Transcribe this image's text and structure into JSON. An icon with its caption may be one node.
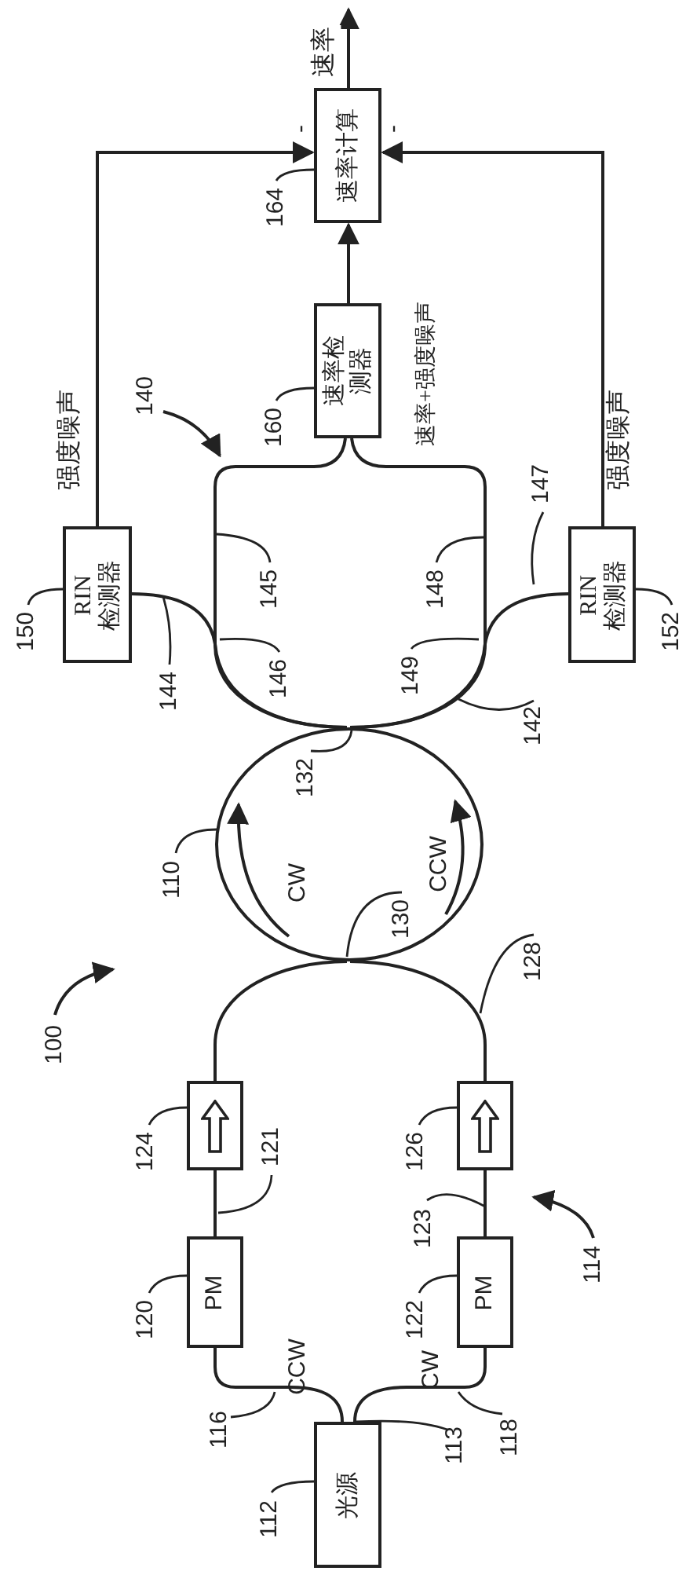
{
  "diagram": {
    "nodes": [
      {
        "text": [
          "速率计算"
        ]
      },
      {
        "text": [
          "速率检测器"
        ],
        "beside": [
          "速率+强度噪声"
        ]
      },
      {
        "text": [
          "RIN 检测器"
        ]
      },
      {
        "text": [
          "RIN 检测器"
        ]
      },
      {
        "text": [
          "CW",
          "CCW"
        ]
      },
      {
        "text": [
          "光源"
        ]
      },
      {
        "text": [
          "PM"
        ]
      },
      {
        "text": [
          "PM"
        ]
      },
      {
        "text": [],
        "shape": "box"
      },
      {
        "text": [],
        "shape": "box"
      },
      {
        "text": [
          "147"
        ]
      },
      {
        "text": [
          "145"
        ]
      },
      {
        "text": [
          "148"
        ]
      },
      {
        "text": [
          "144"
        ]
      },
      {
        "text": [
          "146"
        ]
      },
      {
        "text": [
          "149"
        ]
      },
      {
        "text": [
          "142"
        ]
      },
      {
        "text": [
          "132"
        ],
        "in": 4
      },
      {
        "text": [
          "130"
        ],
        "in": 4
      },
      {
        "text": [
          "128"
        ]
      },
      {
        "text": [
          "121"
        ]
      },
      {
        "text": [
          "123"
        ]
      },
      {
        "text": [
          "116"
        ]
      },
      {
        "text": [
          "113"
        ]
      },
      {
        "text": [
          "118"
        ]
      },
      {
        "text": [
          "164"
        ]
      },
      {
        "text": [
          "160"
        ]
      },
      {
        "text": [
          "150"
        ]
      },
      {
        "text": [
          "152"
        ]
      },
      {
        "text": [
          "110"
        ]
      },
      {
        "text": [
          "112"
        ]
      },
      {
        "text": [
          "120"
        ]
      },
      {
        "text": [
          "122"
        ]
      },
      {
        "text": [
          "124"
        ]
      },
      {
        "text": [
          "126"
        ]
      }
    ],
    "edges": [
      {
        "from": 5,
        "to": 6,
        "arrow": "none"
      },
      {
        "from": 6,
        "to": 8,
        "arrow": "none"
      },
      {
        "from": 8,
        "to": 4,
        "arrow": "none"
      },
      {
        "from": 5,
        "to": 7,
        "arrow": "none"
      },
      {
        "from": 7,
        "to": 9,
        "arrow": "none"
      },
      {
        "from": 9,
        "to": 4,
        "arrow": "none"
      },
      {
        "from": 4,
        "to": 2,
        "arrow": "none"
      },
      {
        "from": 4,
        "to": 3,
        "arrow": "none"
      },
      {
        "from": 4,
        "to": 1,
        "arrow": "none"
      },
      {
        "from": 4,
        "to": 1,
        "arrow": "none"
      },
      {
        "from": 1,
        "to": 0,
        "arrow": "to"
      },
      {
        "from": 2,
        "to": 0,
        "arrow": "to",
        "label": "强度噪声"
      },
      {
        "from": 3,
        "to": 0,
        "arrow": "to",
        "label": "强度噪声"
      },
      {
        "from": 0,
        "to": null,
        "arrow": "to",
        "label": "速率"
      },
      {
        "from": 10,
        "to": null,
        "arrow": "none"
      },
      {
        "from": 11,
        "to": null,
        "arrow": "none"
      },
      {
        "from": 12,
        "to": null,
        "arrow": "none"
      },
      {
        "from": 13,
        "to": null,
        "arrow": "none"
      },
      {
        "from": 14,
        "to": null,
        "arrow": "none"
      },
      {
        "from": 15,
        "to": null,
        "arrow": "none"
      },
      {
        "from": 16,
        "to": null,
        "arrow": "none"
      },
      {
        "from": 17,
        "to": 4,
        "arrow": "none"
      },
      {
        "from": 18,
        "to": 4,
        "arrow": "none"
      },
      {
        "from": 19,
        "to": null,
        "arrow": "none"
      },
      {
        "from": 20,
        "to": null,
        "arrow": "none"
      },
      {
        "from": 21,
        "to": null,
        "arrow": "none"
      },
      {
        "from": 22,
        "to": null,
        "arrow": "none"
      },
      {
        "from": 23,
        "to": 5,
        "arrow": "none"
      },
      {
        "from": 24,
        "to": null,
        "arrow": "none"
      },
      {
        "from": 25,
        "to": 0,
        "arrow": "none"
      },
      {
        "from": 26,
        "to": 1,
        "arrow": "none"
      },
      {
        "from": 27,
        "to": 2,
        "arrow": "none"
      },
      {
        "from": 28,
        "to": 3,
        "arrow": "none"
      },
      {
        "from": 29,
        "to": 4,
        "arrow": "none"
      },
      {
        "from": 30,
        "to": 5,
        "arrow": "none"
      },
      {
        "from": 31,
        "to": 6,
        "arrow": "none"
      },
      {
        "from": 32,
        "to": 7,
        "arrow": "none"
      },
      {
        "from": 33,
        "to": 8,
        "arrow": "none"
      },
      {
        "from": 34,
        "to": 9,
        "arrow": "none"
      }
    ],
    "labels": [
      "-",
      "-",
      "140",
      "100",
      "114",
      "CCW",
      "CW"
    ]
  }
}
